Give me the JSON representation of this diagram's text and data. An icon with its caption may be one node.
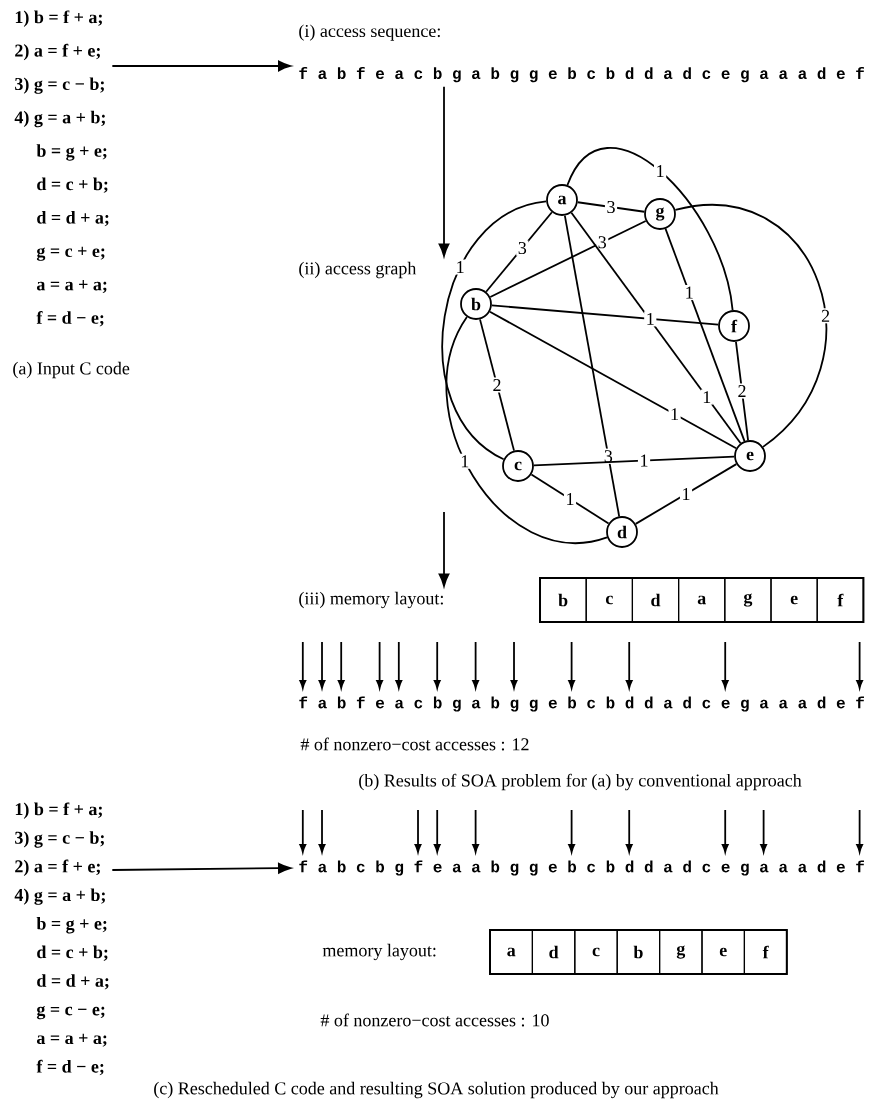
{
  "diagram": {
    "nodes": [
      {
        "text": [
          "1) b = f + a;",
          "2) a = f + e;",
          "3) g = c − b;",
          "4) g = a + b;",
          "b = g + e;",
          "d = c + b;",
          "d = d + a;",
          "g = c + e;",
          "a = a + a;",
          "f = d − e;"
        ]
      },
      {
        "text": [
          "(i) access sequence:",
          "f a b f e a c b g a b g g e b c b d d a d c e g a a a d e f"
        ]
      },
      {
        "text": [
          "(ii) access graph"
        ]
      },
      {
        "text": [
          "a"
        ]
      },
      {
        "text": [
          "g"
        ]
      },
      {
        "text": [
          "b"
        ]
      },
      {
        "text": [
          "f"
        ]
      },
      {
        "text": [
          "c"
        ]
      },
      {
        "text": [
          "e"
        ]
      },
      {
        "text": [
          "d"
        ]
      },
      {
        "text": [
          "(iii) memory layout:"
        ]
      },
      {
        "text": [
          "b"
        ]
      },
      {
        "text": [
          "c"
        ]
      },
      {
        "text": [
          "d"
        ]
      },
      {
        "text": [
          "a"
        ]
      },
      {
        "text": [
          "g"
        ]
      },
      {
        "text": [
          "e"
        ]
      },
      {
        "text": [
          "f"
        ]
      },
      {
        "text": [
          "1) b = f + a;",
          "3) g = c − b;",
          "2) a = f + e;",
          "4) g = a + b;",
          "b = g + e;",
          "d = c + b;",
          "d = d + a;",
          "g = c − e;",
          "a = a + a;",
          "f = d − e;"
        ]
      },
      {
        "text": [
          "f a b c b g f e a a b g g e b c b d d a d c e g a a a d e f"
        ]
      },
      {
        "text": [
          "memory layout:"
        ]
      },
      {
        "text": [
          "a"
        ]
      },
      {
        "text": [
          "d"
        ]
      },
      {
        "text": [
          "c"
        ]
      },
      {
        "text": [
          "b"
        ]
      },
      {
        "text": [
          "g"
        ]
      },
      {
        "text": [
          "e"
        ]
      },
      {
        "text": [
          "f"
        ]
      }
    ],
    "edges": [
      {
        "from": 0,
        "to": 1,
        "arrow": "to"
      },
      {
        "from": 1,
        "to": 2,
        "arrow": "to"
      },
      {
        "from": null,
        "to": 10,
        "arrow": "to"
      },
      {
        "from": 18,
        "to": 19,
        "arrow": "to"
      },
      {
        "from": 3,
        "to": 4,
        "arrow": "none",
        "label": "3"
      },
      {
        "from": 3,
        "to": 5,
        "arrow": "none",
        "label": "3"
      },
      {
        "from": 5,
        "to": 4,
        "arrow": "none",
        "label": "3"
      },
      {
        "from": 3,
        "to": 9,
        "arrow": "none",
        "label": "3"
      },
      {
        "from": 3,
        "to": 8,
        "arrow": "none",
        "label": "1"
      },
      {
        "from": 4,
        "to": 8,
        "arrow": "none",
        "label": "1"
      },
      {
        "from": 5,
        "to": 6,
        "arrow": "none",
        "label": "1"
      },
      {
        "from": 5,
        "to": 8,
        "arrow": "none",
        "label": "1"
      },
      {
        "from": 5,
        "to": 7,
        "arrow": "none",
        "label": "2"
      },
      {
        "from": 6,
        "to": 8,
        "arrow": "none",
        "label": "2"
      },
      {
        "from": 7,
        "to": 8,
        "arrow": "none",
        "label": "1"
      },
      {
        "from": 7,
        "to": 9,
        "arrow": "none",
        "label": "1"
      },
      {
        "from": 9,
        "to": 8,
        "arrow": "none",
        "label": "1"
      },
      {
        "from": 3,
        "to": 6,
        "arrow": "none",
        "label": "1"
      },
      {
        "from": 3,
        "to": 7,
        "arrow": "none",
        "label": "1"
      },
      {
        "from": 5,
        "to": 9,
        "arrow": "none",
        "label": "1"
      },
      {
        "from": 4,
        "to": 8,
        "arrow": "none",
        "label": "2"
      }
    ],
    "labels": [
      "(a) Input C code",
      "f a b f e a c b g a b g g e b c b d d a d c e g a a a d e f",
      "# of nonzero−cost accesses : 12",
      "(b) Results of SOA problem for (a) by conventional approach",
      "# of nonzero−cost accesses : 10",
      "(c) Rescheduled C code and resulting SOA solution produced by our approach"
    ]
  }
}
